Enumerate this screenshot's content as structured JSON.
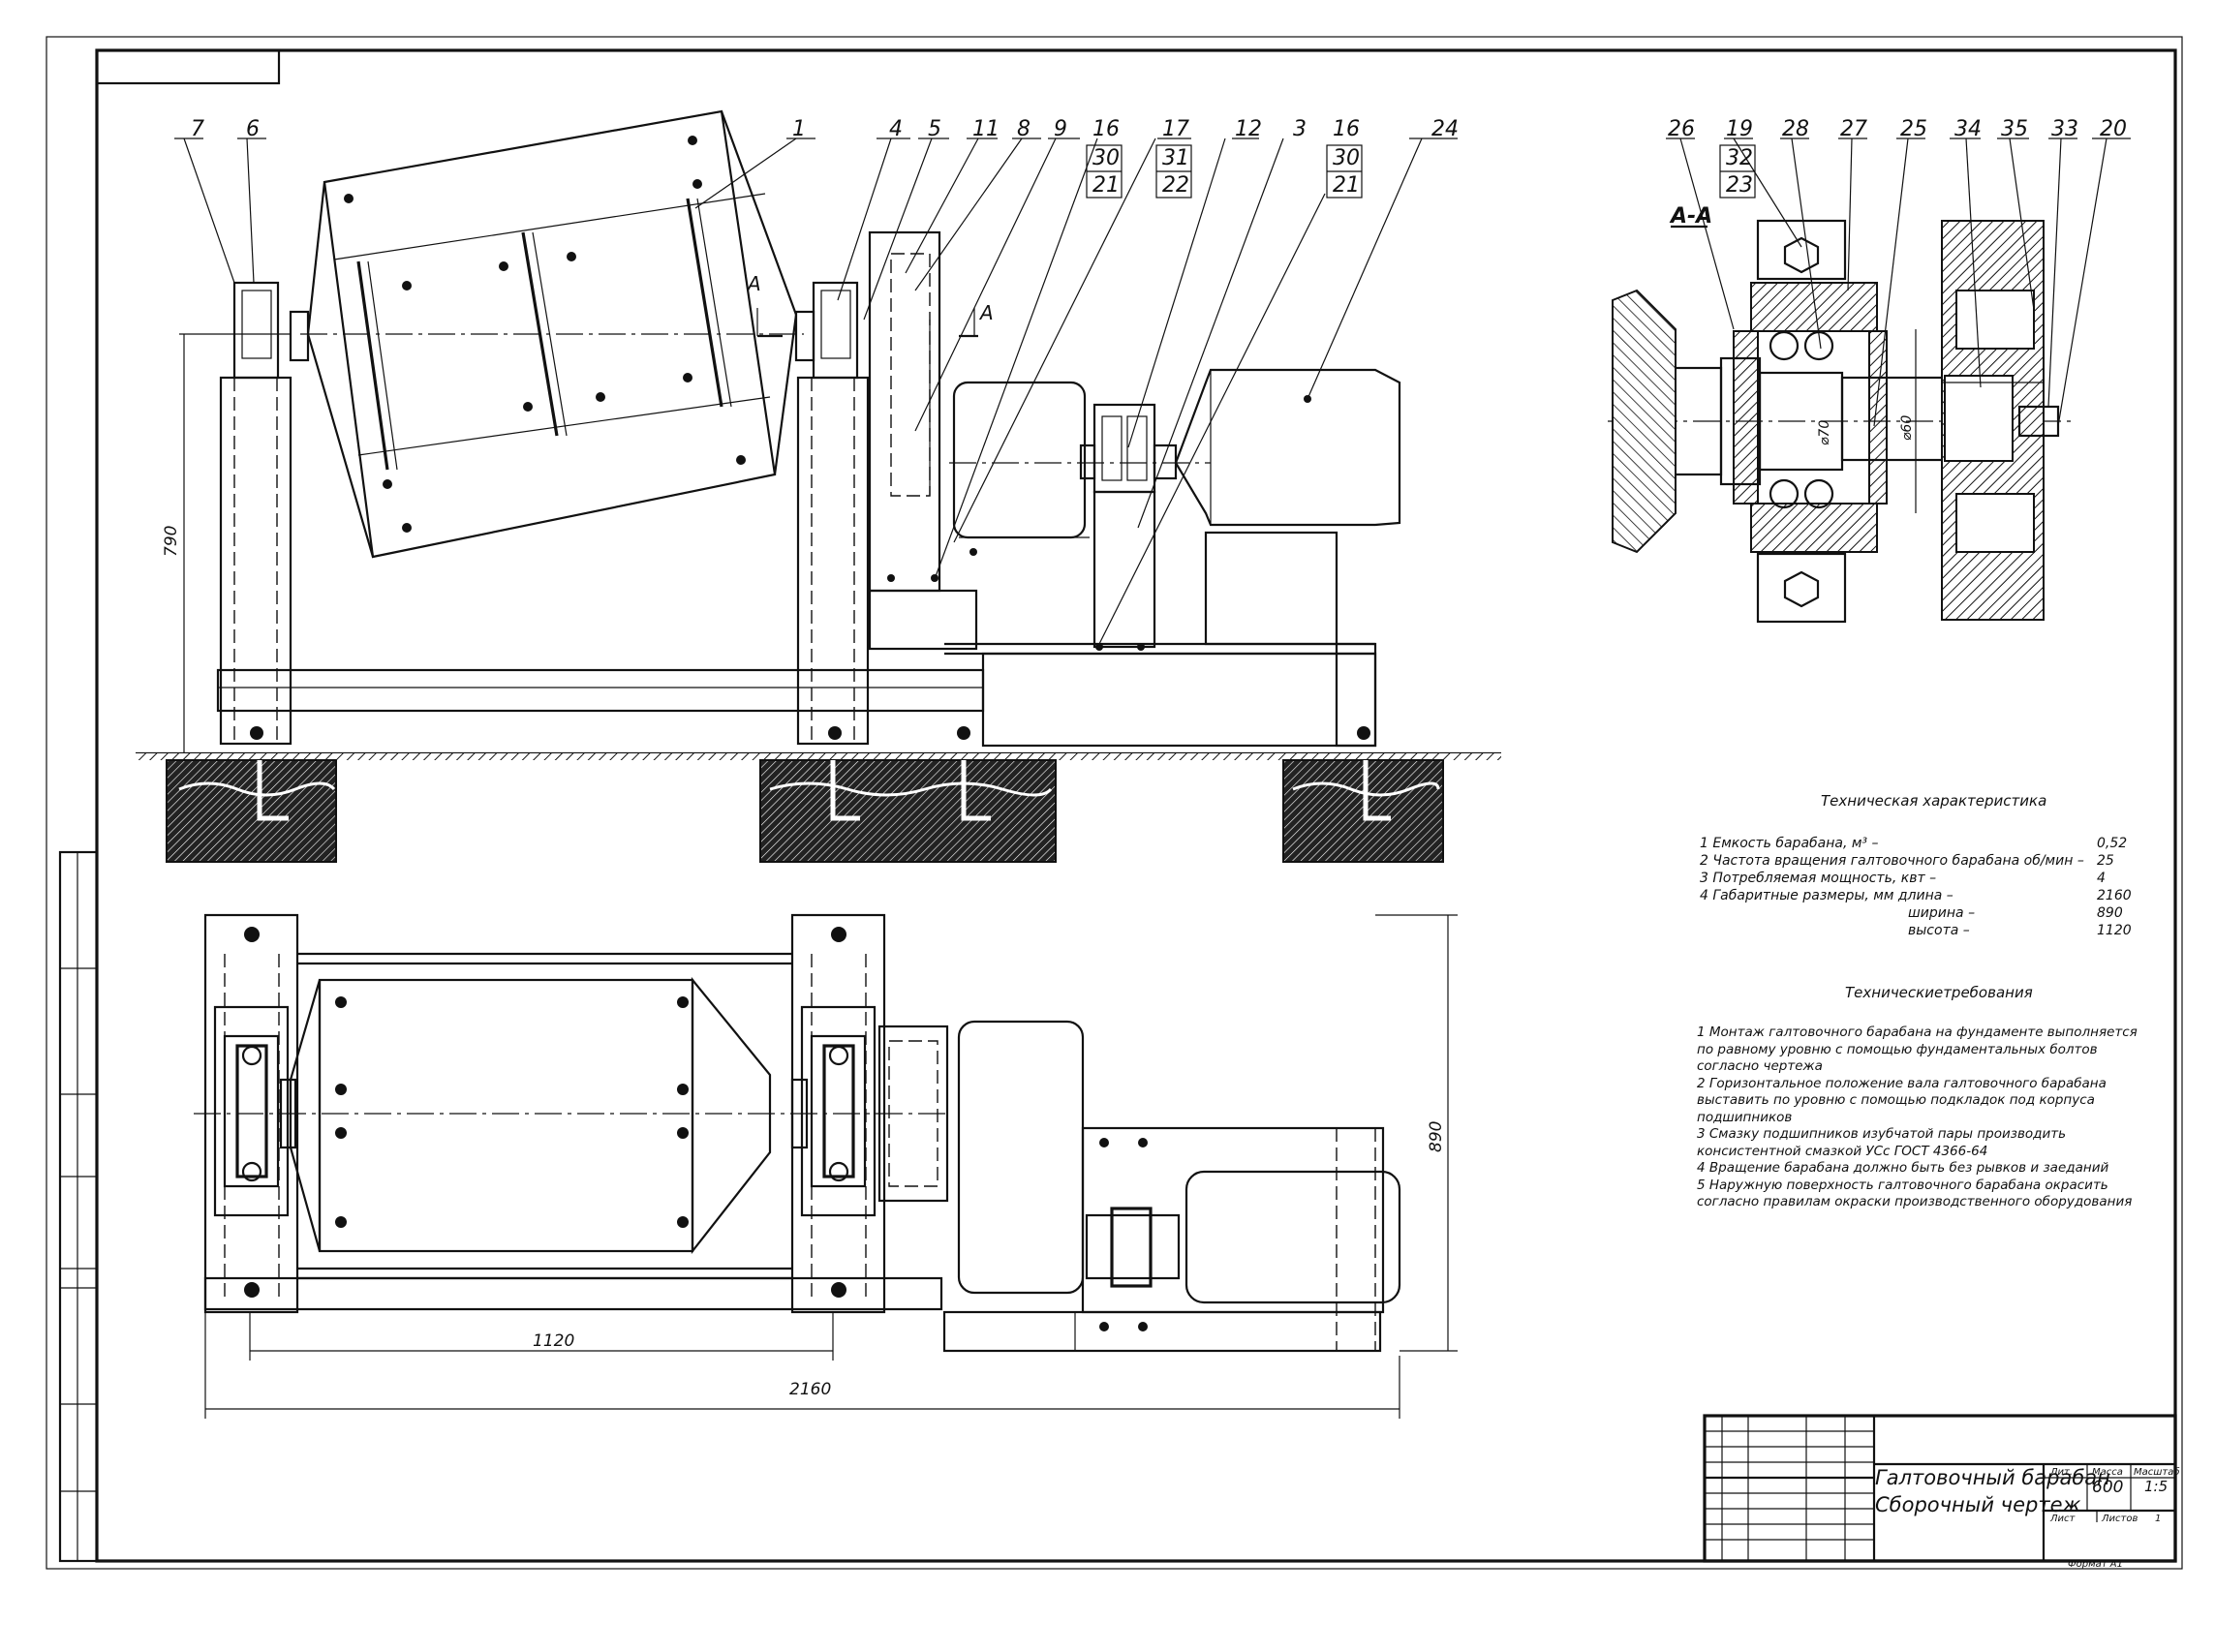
{
  "view_label": "А-А",
  "section_marks": [
    "А",
    "А"
  ],
  "part_numbers_main": [
    "7",
    "6",
    "1",
    "4",
    "5",
    "11",
    "8",
    "9",
    "16",
    "30",
    "21",
    "17",
    "31",
    "22",
    "12",
    "3",
    "16",
    "30",
    "21",
    "24"
  ],
  "part_numbers_section": [
    "26",
    "19",
    "32",
    "23",
    "28",
    "27",
    "25",
    "34",
    "35",
    "33",
    "20"
  ],
  "dimensions": {
    "height_790": "790",
    "length_1120": "1120",
    "length_2160": "2160",
    "width_890": "890",
    "shaft_d70": "⌀70",
    "shaft_d60": "⌀60"
  },
  "tech_characteristics": {
    "title": "Техническая характеристика",
    "rows": [
      {
        "label": "1  Емкость барабана, м³ –",
        "value": "0,52"
      },
      {
        "label": "2  Частота вращения галтовочного барабана об/мин –",
        "value": "25"
      },
      {
        "label": "3  Потребляемая мощность, квт –",
        "value": "4"
      },
      {
        "label": "4  Габаритные размеры, мм длина –",
        "value": "2160"
      },
      {
        "label": "ширина –",
        "value": "890"
      },
      {
        "label": "высота –",
        "value": "1120"
      }
    ]
  },
  "tech_requirements": {
    "title": "Техническиетребования",
    "items": [
      "1  Монтаж галтовочного барабана на фундаменте выполняется по равному уровню с помощью фундаментальных болтов согласно чертежа",
      "2  Горизонтальное положение вала галтовочного барабана выставить по уровню с помощью подкладок под корпуса подшипников",
      "3  Смазку подшипников изубчатой пары производить консистентной смазкой УСс ГОСТ 4366-64",
      "4  Вращение барабана должно быть без рывков и заеданий",
      "5  Наружную поверхность галтовочного барабана окрасить согласно правилам окраски производственного оборудования"
    ]
  },
  "title_block": {
    "name_line1": "Галтовочный барабан",
    "name_line2": "Сборочный чертеж",
    "mass": "600",
    "scale": "1:5",
    "col_headers": [
      "Лит.",
      "Масса",
      "Масштаб"
    ],
    "sheet_labels": [
      "Лист",
      "Листов",
      "1"
    ],
    "format_label": "Формат  А1"
  },
  "colors": {
    "ink": "#111111",
    "paper": "#ffffff"
  }
}
